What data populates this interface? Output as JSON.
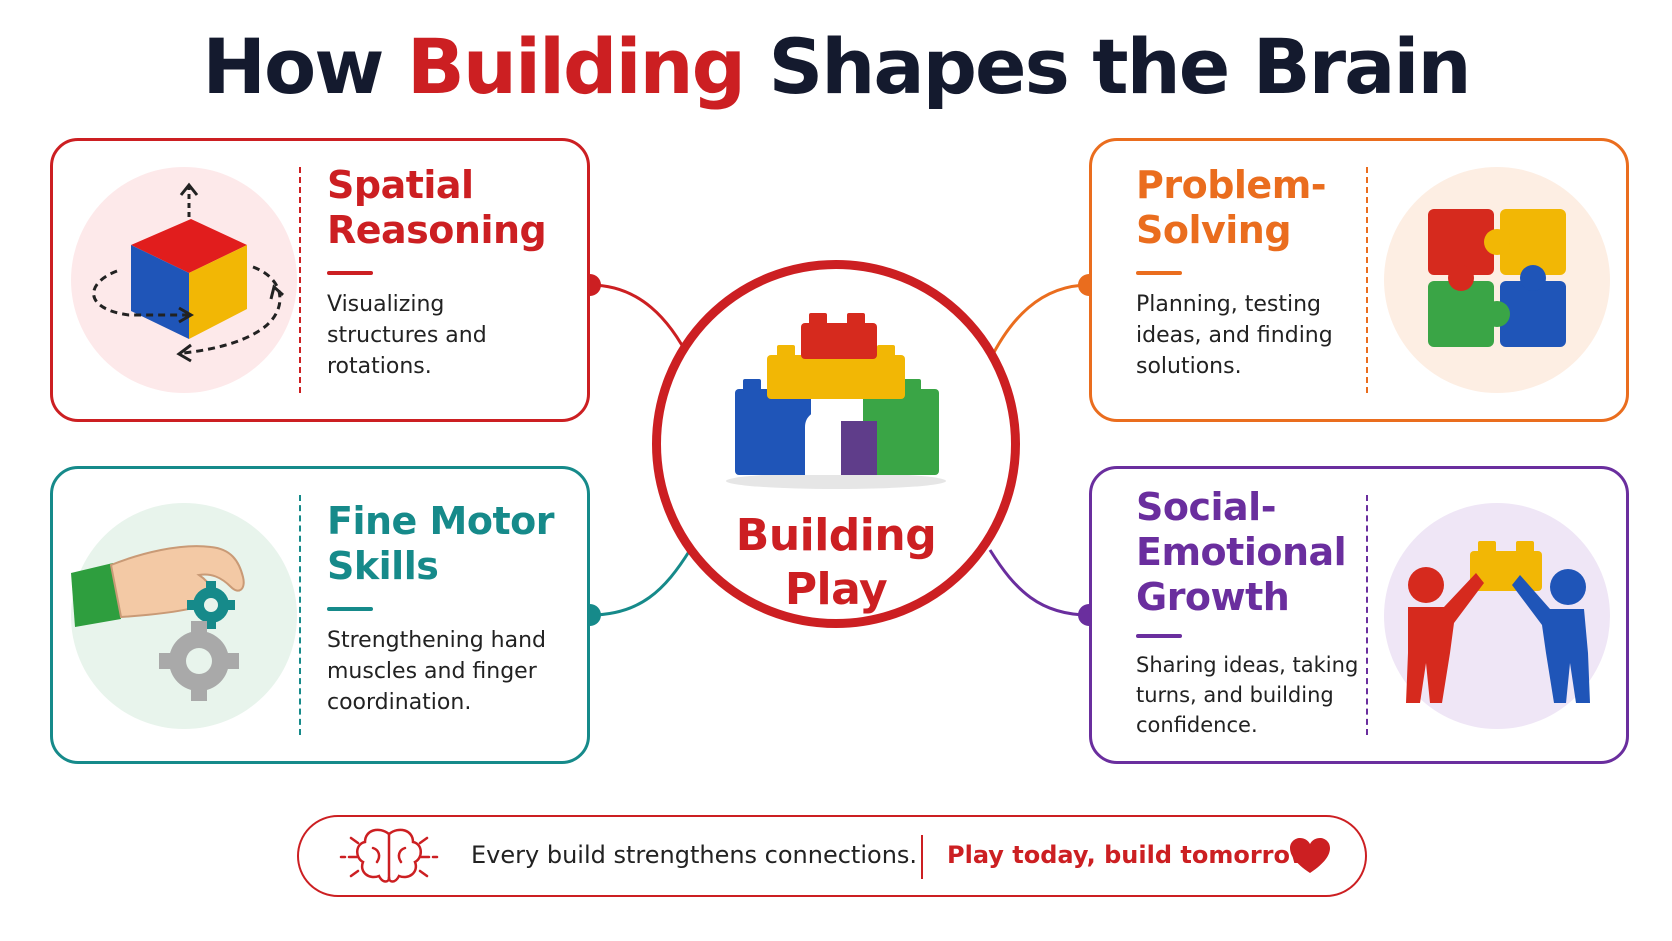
{
  "title": {
    "prefix": "How",
    "highlight": "Building",
    "suffix": "Shapes the Brain"
  },
  "center": {
    "line1": "Building",
    "line2": "Play"
  },
  "cards": {
    "spatial": {
      "title_line1": "Spatial",
      "title_line2": "Reasoning",
      "desc_line1": "Visualizing",
      "desc_line2": "structures and",
      "desc_line3": "rotations.",
      "color": "#cc1f22",
      "icon": "rotating-cube-icon"
    },
    "problem": {
      "title_line1": "Problem-",
      "title_line2": "Solving",
      "desc_line1": "Planning, testing",
      "desc_line2": "ideas, and finding",
      "desc_line3": "solutions.",
      "color": "#ea6d1e",
      "icon": "puzzle-icon"
    },
    "motor": {
      "title_line1": "Fine Motor",
      "title_line2": "Skills",
      "desc_line1": "Strengthening hand",
      "desc_line2": "muscles and finger",
      "desc_line3": "coordination.",
      "color": "#168a8a",
      "icon": "hand-gear-icon"
    },
    "social": {
      "title_line1": "Social-",
      "title_line2": "Emotional",
      "title_line3": "Growth",
      "desc_line1": "Sharing ideas, taking",
      "desc_line2": "turns, and building",
      "desc_line3": "confidence.",
      "color": "#6a2e9e",
      "icon": "two-people-brick-icon"
    }
  },
  "footer": {
    "message": "Every build strengthens connections.",
    "tagline": "Play today, build tomorrow.",
    "icons": [
      "brain-icon",
      "heart-icon"
    ]
  }
}
